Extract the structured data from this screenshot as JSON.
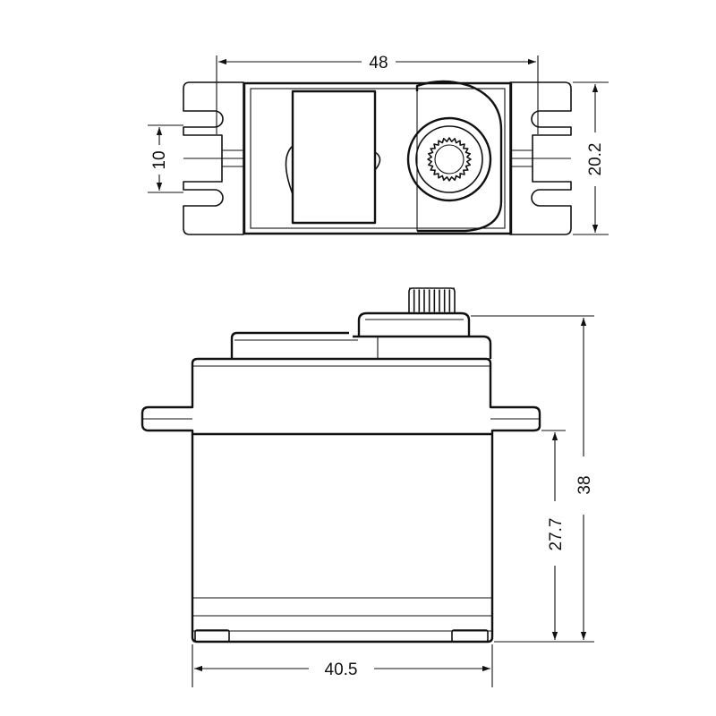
{
  "dimensions": {
    "top_width": "48",
    "hole_spacing": "10",
    "top_height": "20.2",
    "body_height": "38",
    "lower_height": "27.7",
    "body_width": "40.5"
  },
  "colors": {
    "line": "#111111",
    "background": "#ffffff"
  }
}
